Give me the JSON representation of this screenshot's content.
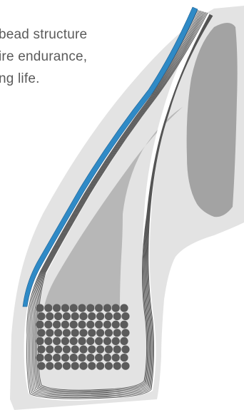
{
  "caption": {
    "lines": [
      "bead structure",
      "ire endurance,",
      "ng life."
    ]
  },
  "diagram": {
    "colors": {
      "outer_rubber": "#e3e3e3",
      "filler_dark": "#a3a3a3",
      "apex": "#b7b7b7",
      "bead_wire": "#5b5b5b",
      "ply_lines": "#555555",
      "ply_band": "#ffffff",
      "inner_liner": "#2f8ac6",
      "inner_liner_edge": "#1b5f93"
    },
    "bead_bundle": {
      "rows": 8,
      "columns": 11
    }
  }
}
